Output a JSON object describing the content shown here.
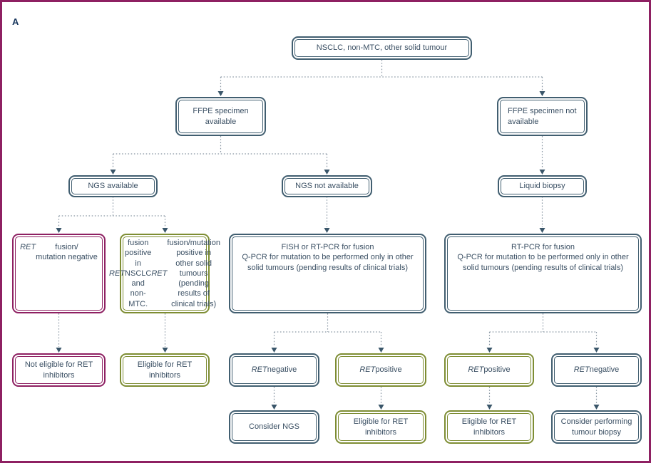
{
  "figure_label": "A",
  "colors": {
    "frame": "#8e2062",
    "slate": "#415e70",
    "magenta": "#8e2062",
    "olive": "#7e8d33",
    "text": "#3a4f63",
    "connector_dots": "#8a98a4",
    "arrowhead": "#3a566a"
  },
  "nodes": {
    "root": {
      "label": "NSCLC, non-MTC, other solid tumour"
    },
    "ffpe_available": {
      "label": "FFPE specimen\navailable"
    },
    "ffpe_not_available": {
      "label": "FFPE specimen not\navailable"
    },
    "ngs_available": {
      "label": "NGS available"
    },
    "ngs_not_available": {
      "label": "NGS not available"
    },
    "liquid_biopsy": {
      "label": "Liquid biopsy"
    },
    "ret_fusion_mutation_negative": {
      "parts": [
        {
          "t": "RET",
          "i": true
        },
        {
          "t": " fusion/\nmutation negative",
          "i": false
        }
      ]
    },
    "ret_fusion_positive_detail": {
      "parts": [
        {
          "t": "RET",
          "i": true
        },
        {
          "t": " fusion positive\nin NSCLC and non-MTC.\n",
          "i": false
        },
        {
          "t": "RET",
          "i": true
        },
        {
          "t": " fusion/mutation\npositive in other solid\ntumours (pending\nresults of clinical trials)",
          "i": false
        }
      ]
    },
    "fish_pathway": {
      "label": "FISH or RT-PCR for fusion\nQ-PCR for mutation to be performed only in other\nsolid tumours (pending results of clinical trials)"
    },
    "rtpcr_pathway": {
      "label": "RT-PCR for fusion\nQ-PCR for mutation to be performed only in other\nsolid tumours (pending results of clinical trials)"
    },
    "not_eligible": {
      "label": "Not eligible for RET\ninhibitors"
    },
    "eligible": {
      "label": "Eligible for RET\ninhibitors"
    },
    "ret_negative": {
      "parts": [
        {
          "t": "RET",
          "i": true
        },
        {
          "t": " negative",
          "i": false
        }
      ]
    },
    "ret_positive": {
      "parts": [
        {
          "t": "RET",
          "i": true
        },
        {
          "t": " positive",
          "i": false
        }
      ]
    },
    "consider_ngs": {
      "label": "Consider NGS"
    },
    "consider_biopsy": {
      "label": "Consider performing\ntumour biopsy"
    }
  }
}
